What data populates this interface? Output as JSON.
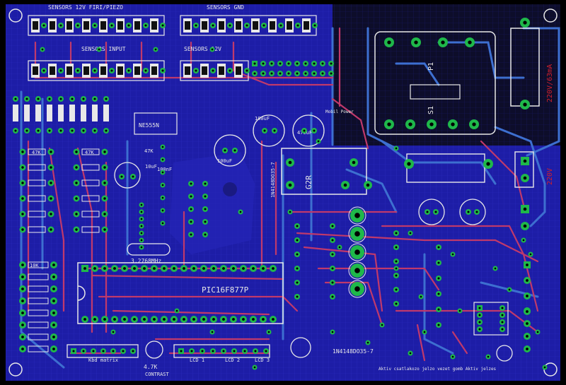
{
  "texts": {
    "hdr_sensors_piezo": "SENSORS 12V FIRI/PIEZO",
    "hdr_sensors_gnd": "SENSORS GND",
    "hdr_sensors_input": "SENSORS INPUT",
    "hdr_sensors_12v": "SENSORS 12V",
    "mcu": "PIC16F877P",
    "crystal": "3.2768MHz",
    "relay": "G2R",
    "fuse": "220V/63mA",
    "mains": "220V",
    "p1": "P1",
    "s1": "S1",
    "mobil_power": "Mobil Power",
    "regulator": "NE555N",
    "cap_100uf_a": "100uF",
    "cap_100uf_b": "100uF",
    "cap_10uf": "10uF",
    "cap_100nf": "100nF",
    "cap_470uf": "470uF",
    "diode_a": "1N4148DO35-7",
    "diode_b": "1N4148DO35-7",
    "res_a": "47K",
    "res_b": "47K",
    "res_c": "47K",
    "res_d": "10K",
    "res_4k7": "4.7K",
    "contrast": "CONTRAST",
    "lcd_a": "LCD 1",
    "lcd_b": "LCD 2",
    "lcd_c": "LCD 3",
    "keypad": "Kbd matrix",
    "bottom_note": "Aktiv csatlakozo  jelzo vezet gomb  Aktiv jelzes"
  },
  "colors": {
    "board": "#1d1da6",
    "board_dark": "#14148a",
    "grid": "#2c2cc0",
    "trace_top": "#c0396b",
    "trace_bottom": "#3d6fd0",
    "pad": "#1fb84a",
    "silk": "#e8e8e8",
    "copper_red": "#d0202a",
    "black": "#000000"
  }
}
